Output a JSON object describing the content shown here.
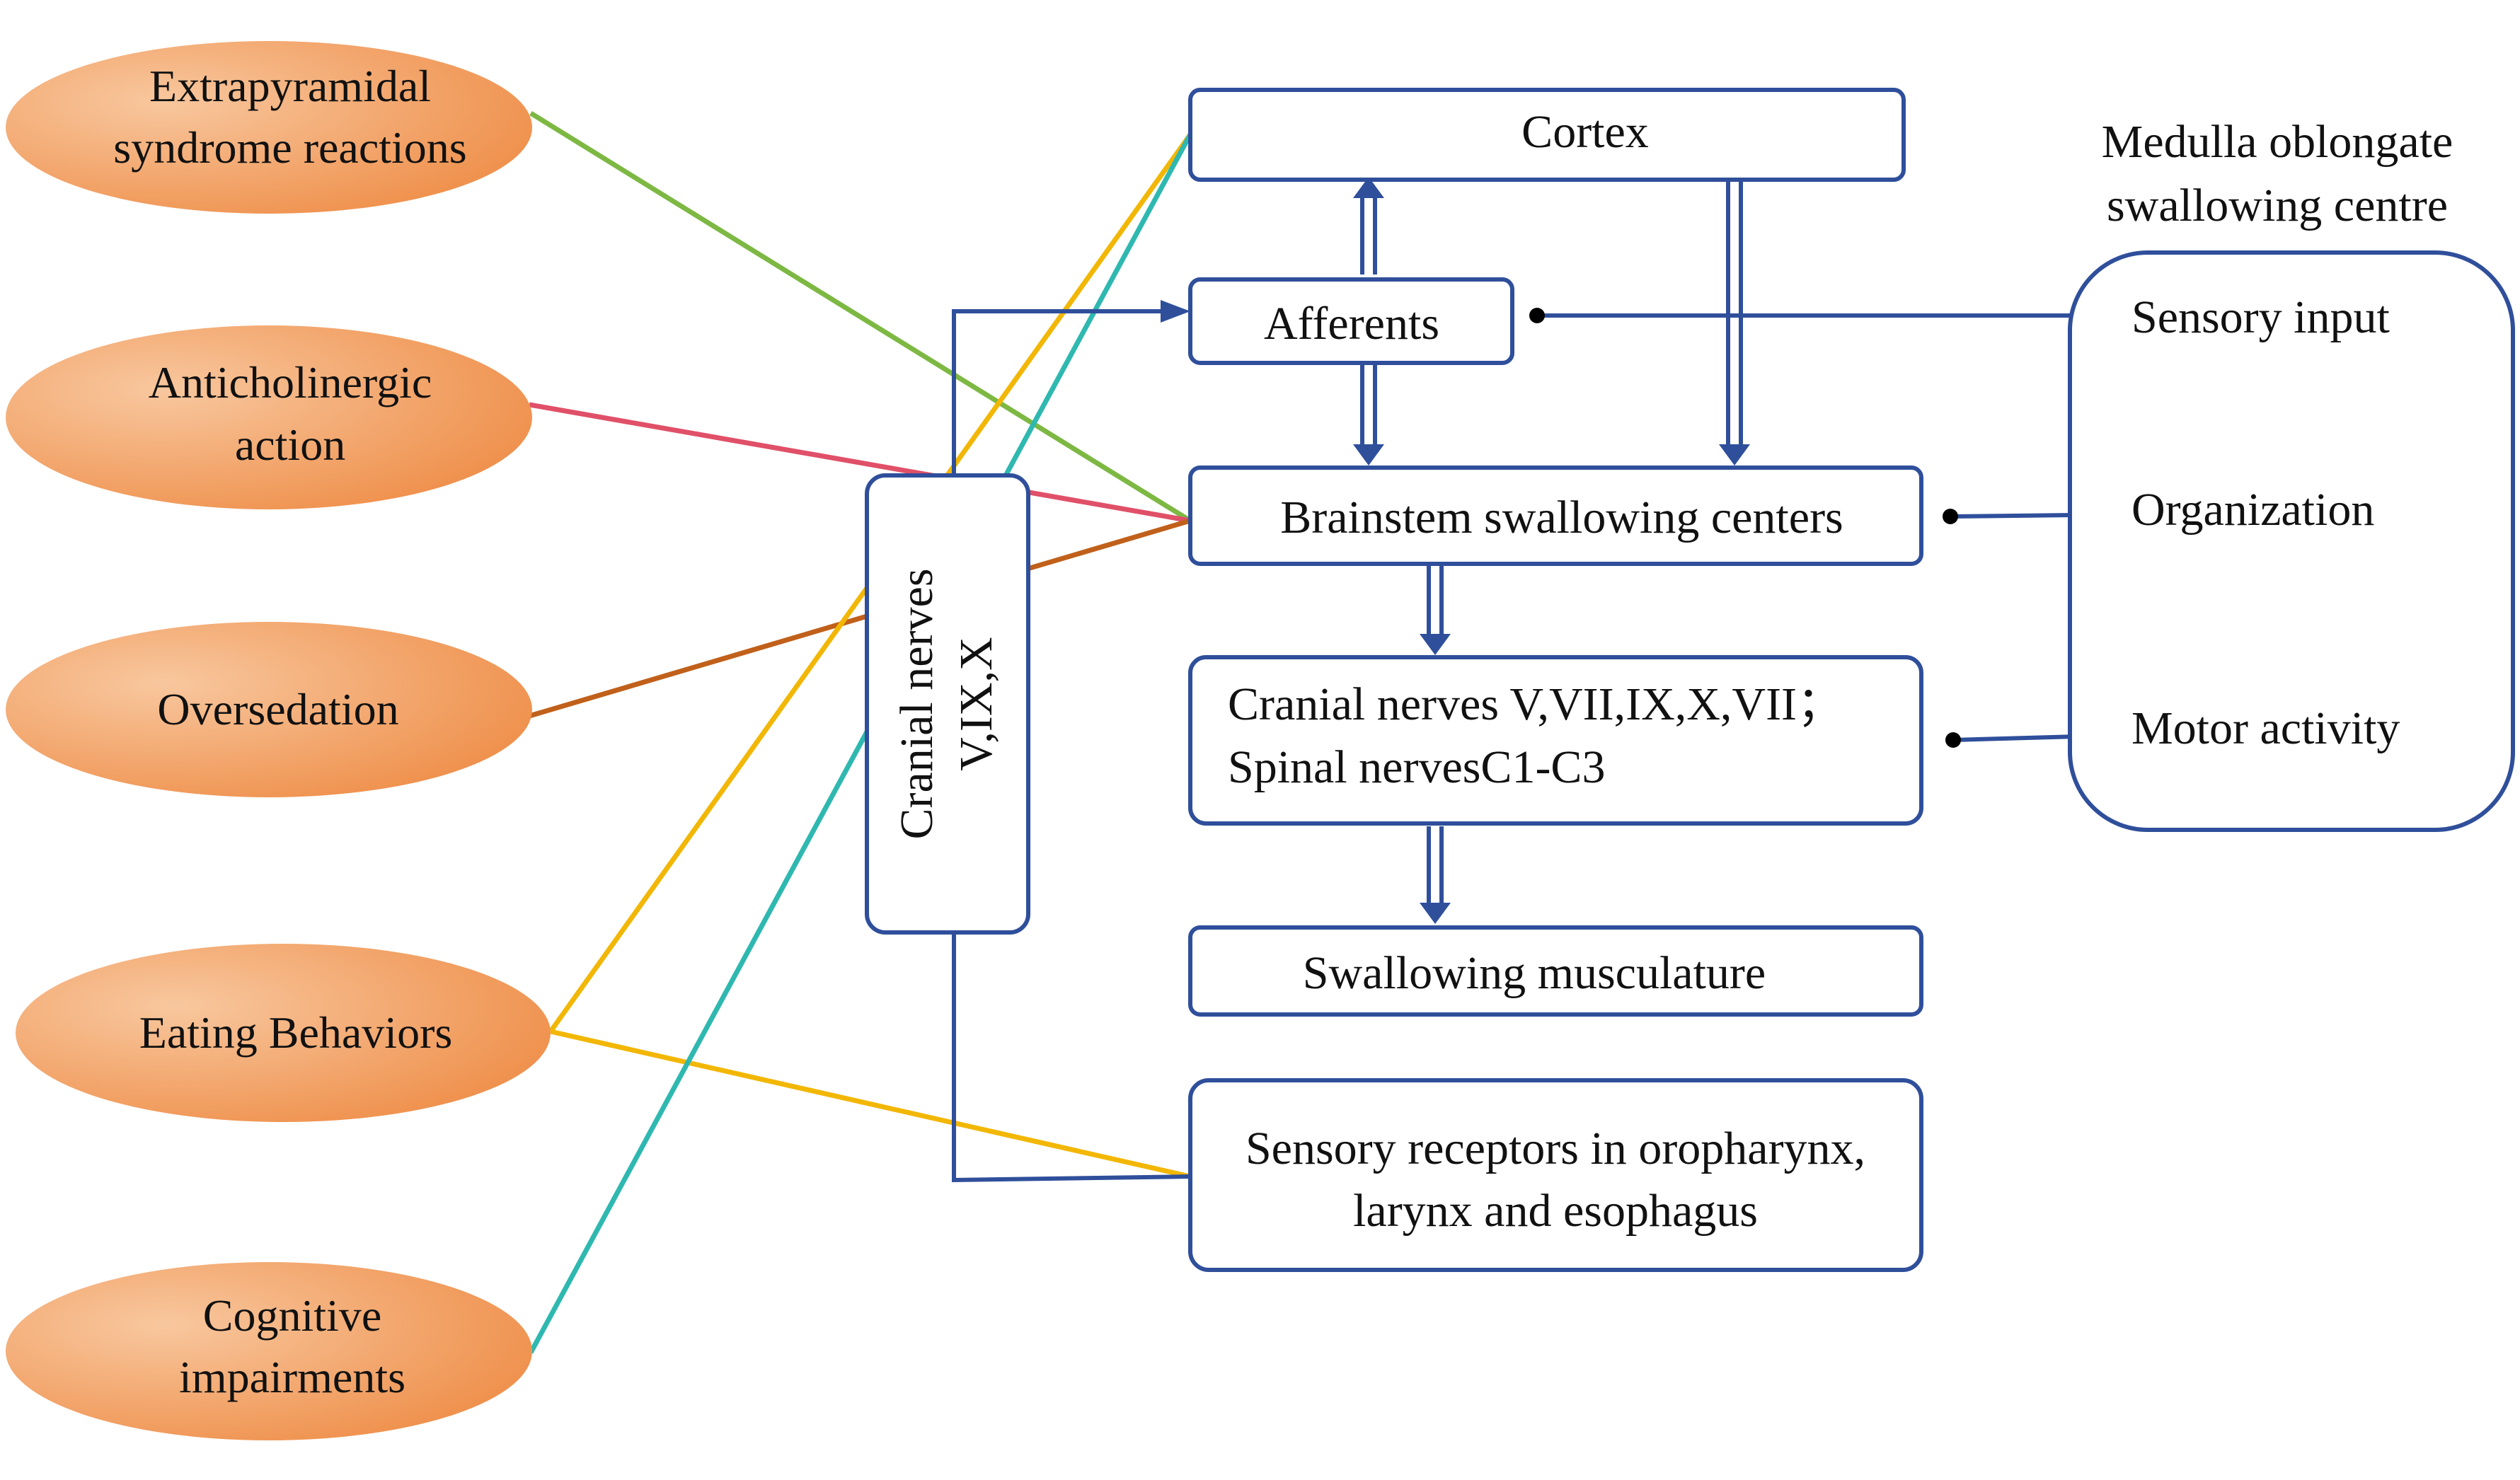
{
  "colors": {
    "box_stroke": "#2F4F9B",
    "oval_light": "#F8C79E",
    "oval_dark": "#EE8A43",
    "link_extrapyramidal": "#7DB843",
    "link_anticholinergic": "#E05068",
    "link_oversedation": "#C0601A",
    "link_eating": "#F2B705",
    "link_cognitive": "#2EB8B0",
    "text": "#111111"
  },
  "factors": [
    {
      "id": "extrapyramidal",
      "lines": [
        "Extrapyramidal",
        "syndrome reactions"
      ]
    },
    {
      "id": "anticholinergic",
      "lines": [
        "Anticholinergic",
        "action"
      ]
    },
    {
      "id": "oversedation",
      "lines": [
        "Oversedation"
      ]
    },
    {
      "id": "eating",
      "lines": [
        "Eating Behaviors"
      ]
    },
    {
      "id": "cognitive",
      "lines": [
        "Cognitive",
        "impairments"
      ]
    }
  ],
  "boxes": {
    "cortex": [
      "Cortex"
    ],
    "afferents": [
      "Afferents"
    ],
    "brainstem": [
      "Brainstem swallowing centers"
    ],
    "cranial_spinal": [
      "Cranial nerves V,VII,IX,X,VII；",
      "Spinal nervesC1-C3"
    ],
    "musculature": [
      "Swallowing musculature"
    ],
    "receptors": [
      "Sensory receptors in oropharynx,",
      "larynx and esophagus"
    ],
    "cranial_vertical": [
      "Cranial nerves",
      "V,IX,X"
    ]
  },
  "medulla": {
    "title": [
      "Medulla oblongate",
      "swallowing centre"
    ],
    "items": [
      "Sensory input",
      "Organization",
      "Motor activity"
    ]
  }
}
